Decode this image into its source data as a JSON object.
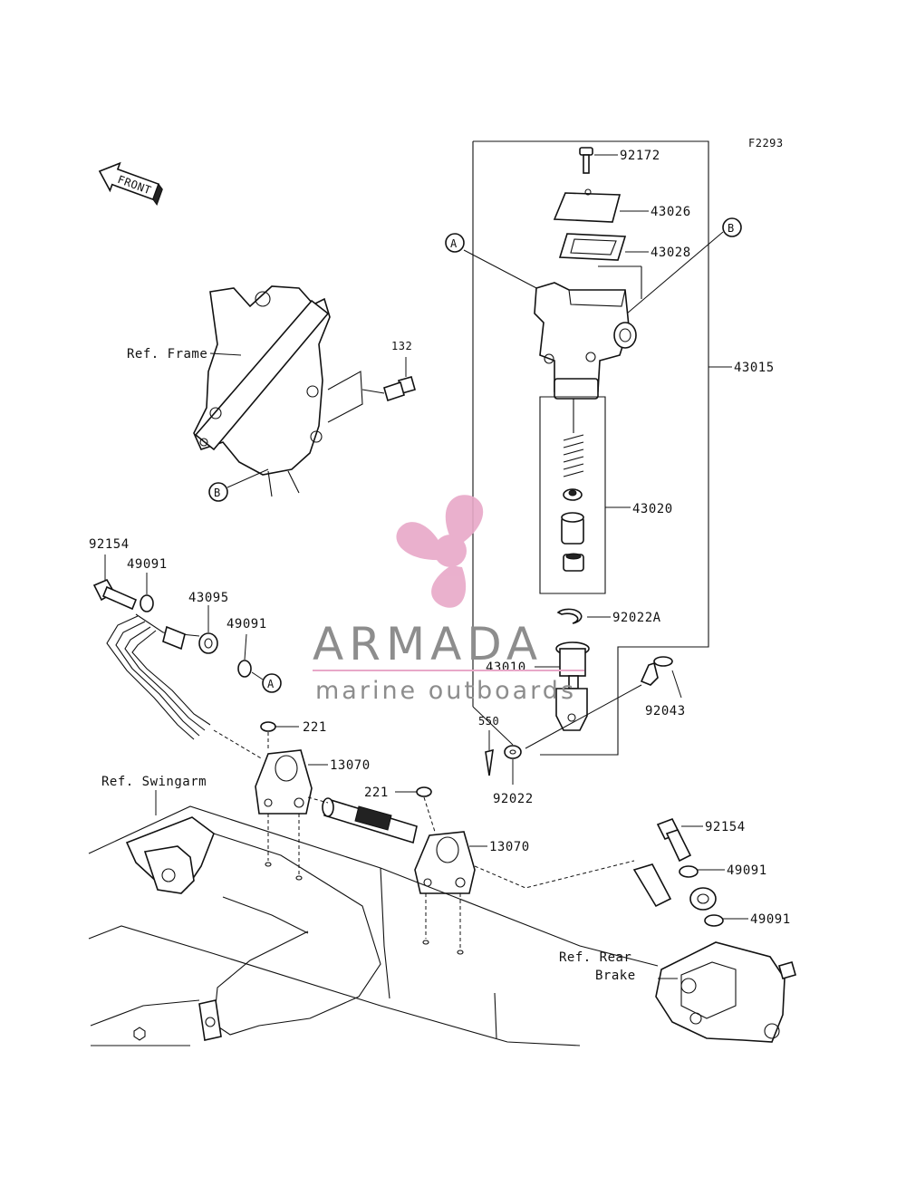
{
  "figure_code": "F2293",
  "front_arrow": {
    "text": "FRONT",
    "icon": "front-direction-arrow-icon"
  },
  "refs": {
    "frame": "Ref. Frame",
    "swingarm": "Ref. Swingarm",
    "rear_brake_line1": "Ref. Rear",
    "rear_brake_line2": "Brake"
  },
  "callouts": {
    "a": "A",
    "b": "B"
  },
  "part_numbers": {
    "p92172": "92172",
    "p43026": "43026",
    "p43028": "43028",
    "p43015": "43015",
    "p43020": "43020",
    "p92022A": "92022A",
    "p43010": "43010",
    "p92043": "92043",
    "p550": "550",
    "p92022": "92022",
    "p132": "132",
    "p92154_top": "92154",
    "p49091_a": "49091",
    "p43095": "43095",
    "p49091_b": "49091",
    "p221_a": "221",
    "p13070_a": "13070",
    "p221_b": "221",
    "p13070_b": "13070",
    "p92154_bottom": "92154",
    "p49091_c": "49091",
    "p49091_d": "49091"
  },
  "watermark": {
    "title": "ARMADA",
    "subtitle": "marine outboards",
    "logo_color": "#e8a8c8",
    "text_color": "#8d8d8d"
  }
}
